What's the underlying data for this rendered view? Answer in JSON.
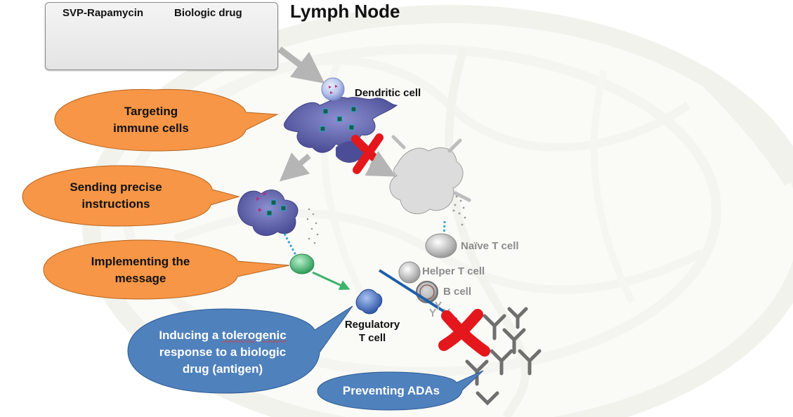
{
  "title": "Lymph Node",
  "legend": {
    "svp_label": "SVP-Rapamycin",
    "drug_label": "Biologic drug"
  },
  "cells": {
    "dendritic": "Dendritic cell",
    "naive_t": "Naïve T cell",
    "helper_t": "Helper T cell",
    "b_cell": "B cell",
    "regulatory_line1": "Regulatory",
    "regulatory_line2": "T cell"
  },
  "callouts": {
    "targeting_line1": "Targeting",
    "targeting_line2": "immune cells",
    "sending_line1": "Sending precise",
    "sending_line2": "instructions",
    "implementing_line1": "Implementing the",
    "implementing_line2": "message",
    "inducing_line1_pre": "Inducing a ",
    "inducing_line1_wavy": "tolerogenic",
    "inducing_line2": "response to a biologic",
    "inducing_line3": "drug (antigen)",
    "preventing": "Preventing ADAs"
  },
  "colors": {
    "orange_callout": "#f79646",
    "blue_callout": "#4f81bd",
    "dendritic_purple": "#5b5ea6",
    "red_cross": "#e3171c",
    "treg_blue": "#3a63b8",
    "green_cell": "#3cb36b",
    "barrier_blue": "#1f5fa8"
  }
}
